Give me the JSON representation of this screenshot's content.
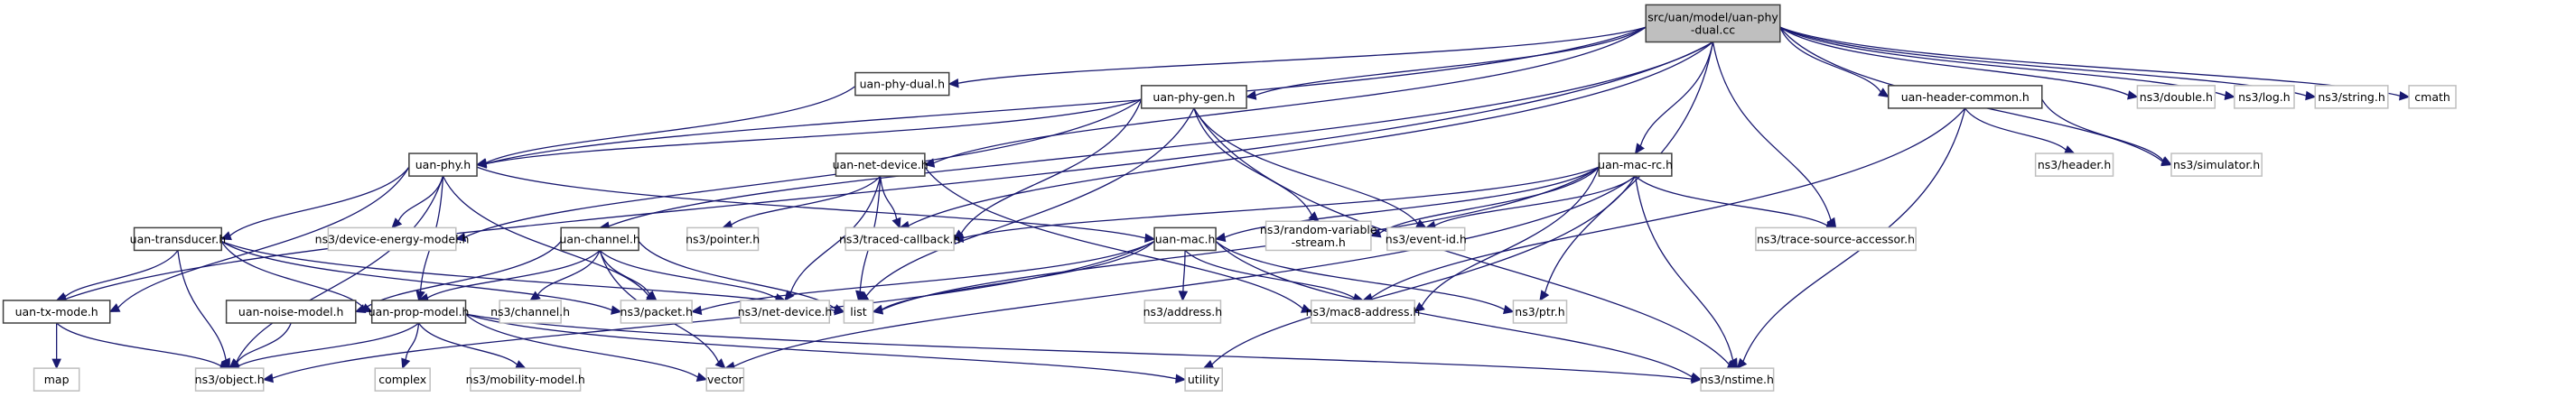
{
  "title": "src/uan/model/uan-phy-dual.cc include dependency graph",
  "colors": {
    "edge": "#191970",
    "root_fill": "#bfbfbf",
    "internal_border": "#404040",
    "external_border": "#bfbfbf"
  },
  "nodes": [
    {
      "id": "root",
      "lines": [
        "src/uan/model/uan-phy",
        "-dual.cc"
      ],
      "kind": "root"
    },
    {
      "id": "uan-phy-dual.h",
      "lines": [
        "uan-phy-dual.h"
      ],
      "kind": "internal"
    },
    {
      "id": "uan-phy-gen.h",
      "lines": [
        "uan-phy-gen.h"
      ],
      "kind": "internal"
    },
    {
      "id": "uan-header-common.h",
      "lines": [
        "uan-header-common.h"
      ],
      "kind": "internal"
    },
    {
      "id": "ns3/double.h",
      "lines": [
        "ns3/double.h"
      ],
      "kind": "external"
    },
    {
      "id": "ns3/log.h",
      "lines": [
        "ns3/log.h"
      ],
      "kind": "external"
    },
    {
      "id": "ns3/string.h",
      "lines": [
        "ns3/string.h"
      ],
      "kind": "external"
    },
    {
      "id": "cmath",
      "lines": [
        "cmath"
      ],
      "kind": "external"
    },
    {
      "id": "uan-phy.h",
      "lines": [
        "uan-phy.h"
      ],
      "kind": "internal"
    },
    {
      "id": "uan-net-device.h",
      "lines": [
        "uan-net-device.h"
      ],
      "kind": "internal"
    },
    {
      "id": "uan-mac-rc.h",
      "lines": [
        "uan-mac-rc.h"
      ],
      "kind": "internal"
    },
    {
      "id": "ns3/header.h",
      "lines": [
        "ns3/header.h"
      ],
      "kind": "external"
    },
    {
      "id": "ns3/simulator.h",
      "lines": [
        "ns3/simulator.h"
      ],
      "kind": "external"
    },
    {
      "id": "uan-transducer.h",
      "lines": [
        "uan-transducer.h"
      ],
      "kind": "internal"
    },
    {
      "id": "ns3/device-energy-model.h",
      "lines": [
        "ns3/device-energy-model.h"
      ],
      "kind": "external"
    },
    {
      "id": "uan-channel.h",
      "lines": [
        "uan-channel.h"
      ],
      "kind": "internal"
    },
    {
      "id": "ns3/pointer.h",
      "lines": [
        "ns3/pointer.h"
      ],
      "kind": "external"
    },
    {
      "id": "ns3/traced-callback.h",
      "lines": [
        "ns3/traced-callback.h"
      ],
      "kind": "external"
    },
    {
      "id": "uan-mac.h",
      "lines": [
        "uan-mac.h"
      ],
      "kind": "internal"
    },
    {
      "id": "ns3/random-variable-stream.h",
      "lines": [
        "ns3/random-variable",
        "-stream.h"
      ],
      "kind": "external"
    },
    {
      "id": "ns3/event-id.h",
      "lines": [
        "ns3/event-id.h"
      ],
      "kind": "external"
    },
    {
      "id": "ns3/trace-source-accessor.h",
      "lines": [
        "ns3/trace-source-accessor.h"
      ],
      "kind": "external"
    },
    {
      "id": "uan-tx-mode.h",
      "lines": [
        "uan-tx-mode.h"
      ],
      "kind": "internal"
    },
    {
      "id": "uan-noise-model.h",
      "lines": [
        "uan-noise-model.h"
      ],
      "kind": "internal"
    },
    {
      "id": "uan-prop-model.h",
      "lines": [
        "uan-prop-model.h"
      ],
      "kind": "internal"
    },
    {
      "id": "ns3/channel.h",
      "lines": [
        "ns3/channel.h"
      ],
      "kind": "external"
    },
    {
      "id": "ns3/packet.h",
      "lines": [
        "ns3/packet.h"
      ],
      "kind": "external"
    },
    {
      "id": "ns3/net-device.h",
      "lines": [
        "ns3/net-device.h"
      ],
      "kind": "external"
    },
    {
      "id": "list",
      "lines": [
        "list"
      ],
      "kind": "external"
    },
    {
      "id": "ns3/address.h",
      "lines": [
        "ns3/address.h"
      ],
      "kind": "external"
    },
    {
      "id": "ns3/mac8-address.h",
      "lines": [
        "ns3/mac8-address.h"
      ],
      "kind": "external"
    },
    {
      "id": "ns3/ptr.h",
      "lines": [
        "ns3/ptr.h"
      ],
      "kind": "external"
    },
    {
      "id": "map",
      "lines": [
        "map"
      ],
      "kind": "external"
    },
    {
      "id": "ns3/object.h",
      "lines": [
        "ns3/object.h"
      ],
      "kind": "external"
    },
    {
      "id": "complex",
      "lines": [
        "complex"
      ],
      "kind": "external"
    },
    {
      "id": "ns3/mobility-model.h",
      "lines": [
        "ns3/mobility-model.h"
      ],
      "kind": "external"
    },
    {
      "id": "vector",
      "lines": [
        "vector"
      ],
      "kind": "external"
    },
    {
      "id": "utility",
      "lines": [
        "utility"
      ],
      "kind": "external"
    },
    {
      "id": "ns3/nstime.h",
      "lines": [
        "ns3/nstime.h"
      ],
      "kind": "external"
    }
  ],
  "edges": [
    [
      "root",
      "uan-phy-dual.h"
    ],
    [
      "root",
      "uan-phy-gen.h"
    ],
    [
      "root",
      "uan-header-common.h"
    ],
    [
      "root",
      "ns3/double.h"
    ],
    [
      "root",
      "ns3/log.h"
    ],
    [
      "root",
      "ns3/string.h"
    ],
    [
      "root",
      "cmath"
    ],
    [
      "root",
      "uan-phy.h"
    ],
    [
      "root",
      "uan-net-device.h"
    ],
    [
      "root",
      "uan-mac-rc.h"
    ],
    [
      "root",
      "ns3/simulator.h"
    ],
    [
      "root",
      "uan-tx-mode.h"
    ],
    [
      "root",
      "uan-channel.h"
    ],
    [
      "root",
      "ns3/traced-callback.h"
    ],
    [
      "root",
      "ns3/trace-source-accessor.h"
    ],
    [
      "root",
      "ns3/ptr.h"
    ],
    [
      "uan-phy-dual.h",
      "uan-phy.h"
    ],
    [
      "uan-phy-gen.h",
      "uan-phy.h"
    ],
    [
      "uan-phy-gen.h",
      "ns3/traced-callback.h"
    ],
    [
      "uan-phy-gen.h",
      "ns3/device-energy-model.h"
    ],
    [
      "uan-phy-gen.h",
      "ns3/random-variable-stream.h"
    ],
    [
      "uan-phy-gen.h",
      "ns3/event-id.h"
    ],
    [
      "uan-phy-gen.h",
      "list"
    ],
    [
      "uan-phy-gen.h",
      "ns3/nstime.h"
    ],
    [
      "uan-header-common.h",
      "ns3/header.h"
    ],
    [
      "uan-header-common.h",
      "ns3/simulator.h"
    ],
    [
      "uan-header-common.h",
      "ns3/mac8-address.h"
    ],
    [
      "uan-header-common.h",
      "ns3/nstime.h"
    ],
    [
      "uan-phy.h",
      "uan-transducer.h"
    ],
    [
      "uan-phy.h",
      "ns3/device-energy-model.h"
    ],
    [
      "uan-phy.h",
      "uan-mac.h"
    ],
    [
      "uan-phy.h",
      "uan-tx-mode.h"
    ],
    [
      "uan-phy.h",
      "uan-prop-model.h"
    ],
    [
      "uan-phy.h",
      "ns3/object.h"
    ],
    [
      "uan-phy.h",
      "ns3/packet.h"
    ],
    [
      "uan-net-device.h",
      "ns3/pointer.h"
    ],
    [
      "uan-net-device.h",
      "ns3/traced-callback.h"
    ],
    [
      "uan-net-device.h",
      "ns3/net-device.h"
    ],
    [
      "uan-net-device.h",
      "list"
    ],
    [
      "uan-net-device.h",
      "ns3/mac8-address.h"
    ],
    [
      "uan-mac-rc.h",
      "uan-mac.h"
    ],
    [
      "uan-mac-rc.h",
      "ns3/traced-callback.h"
    ],
    [
      "uan-mac-rc.h",
      "ns3/random-variable-stream.h"
    ],
    [
      "uan-mac-rc.h",
      "ns3/event-id.h"
    ],
    [
      "uan-mac-rc.h",
      "ns3/trace-source-accessor.h"
    ],
    [
      "uan-mac-rc.h",
      "list"
    ],
    [
      "uan-mac-rc.h",
      "ns3/mac8-address.h"
    ],
    [
      "uan-mac-rc.h",
      "ns3/nstime.h"
    ],
    [
      "uan-mac-rc.h",
      "vector"
    ],
    [
      "uan-mac-rc.h",
      "utility"
    ],
    [
      "uan-transducer.h",
      "uan-tx-mode.h"
    ],
    [
      "uan-transducer.h",
      "ns3/object.h"
    ],
    [
      "uan-transducer.h",
      "uan-prop-model.h"
    ],
    [
      "uan-transducer.h",
      "ns3/packet.h"
    ],
    [
      "uan-transducer.h",
      "list"
    ],
    [
      "uan-channel.h",
      "uan-noise-model.h"
    ],
    [
      "uan-channel.h",
      "uan-prop-model.h"
    ],
    [
      "uan-channel.h",
      "ns3/channel.h"
    ],
    [
      "uan-channel.h",
      "ns3/packet.h"
    ],
    [
      "uan-channel.h",
      "ns3/net-device.h"
    ],
    [
      "uan-channel.h",
      "list"
    ],
    [
      "uan-channel.h",
      "vector"
    ],
    [
      "uan-mac.h",
      "ns3/address.h"
    ],
    [
      "uan-mac.h",
      "ns3/mac8-address.h"
    ],
    [
      "uan-mac.h",
      "ns3/ptr.h"
    ],
    [
      "uan-mac.h",
      "ns3/nstime.h"
    ],
    [
      "uan-mac.h",
      "ns3/packet.h"
    ],
    [
      "uan-mac.h",
      "list"
    ],
    [
      "uan-mac.h",
      "ns3/object.h"
    ],
    [
      "uan-tx-mode.h",
      "map"
    ],
    [
      "uan-tx-mode.h",
      "ns3/object.h"
    ],
    [
      "uan-noise-model.h",
      "ns3/object.h"
    ],
    [
      "uan-prop-model.h",
      "ns3/object.h"
    ],
    [
      "uan-prop-model.h",
      "complex"
    ],
    [
      "uan-prop-model.h",
      "ns3/mobility-model.h"
    ],
    [
      "uan-prop-model.h",
      "vector"
    ],
    [
      "uan-prop-model.h",
      "utility"
    ],
    [
      "uan-prop-model.h",
      "ns3/nstime.h"
    ]
  ]
}
